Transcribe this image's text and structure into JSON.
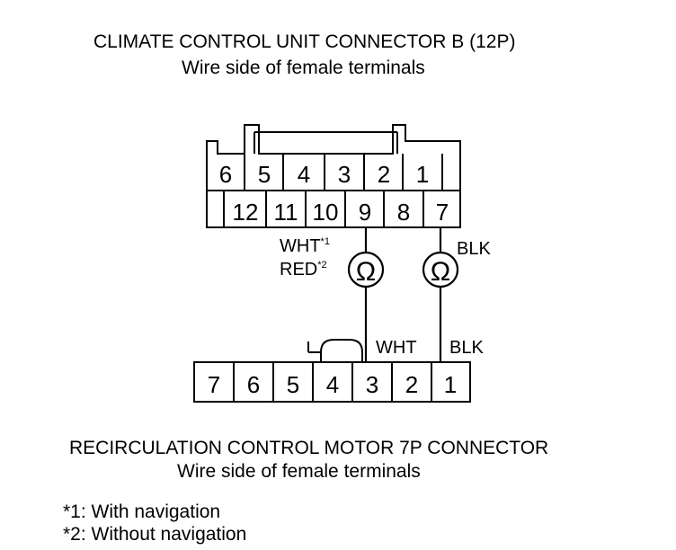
{
  "top_connector": {
    "title": "CLIMATE CONTROL UNIT CONNECTOR B (12P)",
    "subtitle": "Wire side of female terminals",
    "row_top": [
      "6",
      "5",
      "4",
      "3",
      "2",
      "1"
    ],
    "row_bottom": [
      "12",
      "11",
      "10",
      "9",
      "8",
      "7"
    ]
  },
  "wires": {
    "left_label_1": "WHT",
    "left_label_1_sup": "*1",
    "left_label_2": "RED",
    "left_label_2_sup": "*2",
    "right_label": "BLK",
    "meter_symbol": "Ω",
    "lower_left_label": "WHT",
    "lower_right_label": "BLK"
  },
  "bottom_connector": {
    "title": "RECIRCULATION CONTROL MOTOR 7P CONNECTOR",
    "subtitle": "Wire side of female terminals",
    "pins": [
      "7",
      "6",
      "5",
      "4",
      "3",
      "2",
      "1"
    ]
  },
  "notes": [
    "*1: With navigation",
    "*2: Without navigation"
  ]
}
